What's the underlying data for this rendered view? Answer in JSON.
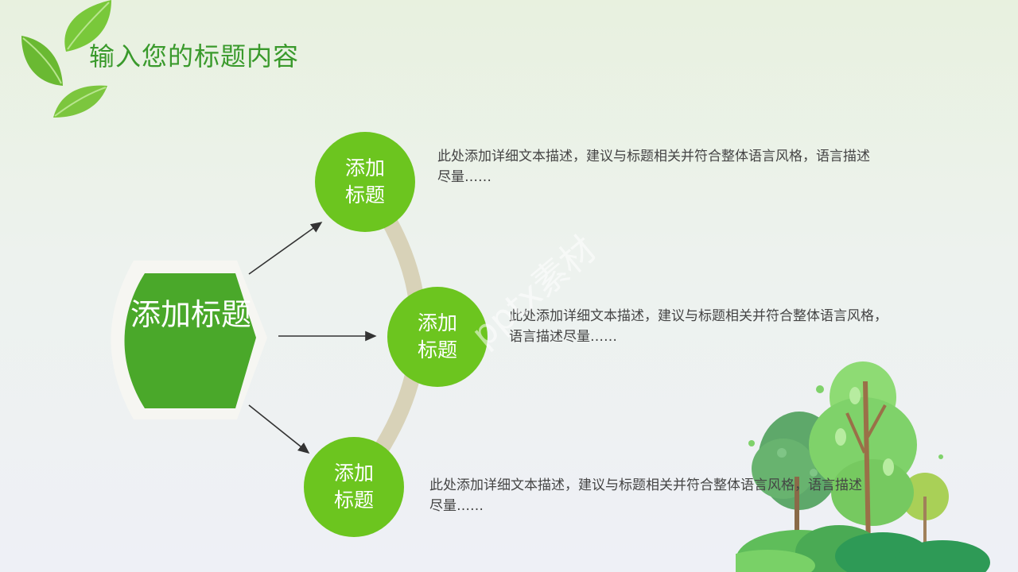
{
  "title": "输入您的标题内容",
  "center_label": "添加标题",
  "items": [
    {
      "label_line1": "添加",
      "label_line2": "标题",
      "desc_line1": "此处添加详细文本描述，建议与标题相关并符合整体语言风格，语言描述",
      "desc_line2": "尽量……"
    },
    {
      "label_line1": "添加",
      "label_line2": "标题",
      "desc_line1": "此处添加详细文本描述，建议与标题相关并符合整体语言风格，",
      "desc_line2": "语言描述尽量……"
    },
    {
      "label_line1": "添加",
      "label_line2": "标题",
      "desc_line1": "此处添加详细文本描述，建议与标题相关并符合整体语言风格，语言描述",
      "desc_line2": "尽量……"
    }
  ],
  "watermark": "pptx素材",
  "colors": {
    "accent": "#6cc51f",
    "dark_green": "#4aa82a",
    "title": "#3a9a2c",
    "arc": "#d8d2b8"
  },
  "icons": [
    "leaf-icon",
    "tree-icon",
    "arrow-icon"
  ]
}
